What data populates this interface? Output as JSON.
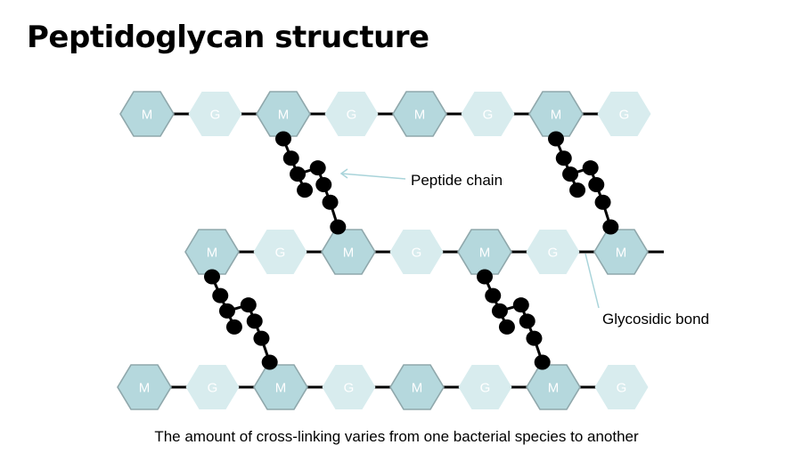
{
  "title": "Peptidoglycan structure",
  "caption": "The amount of cross-linking varies from one bacterial species to another",
  "colors": {
    "m_fill": "#b5d8dd",
    "m_stroke": "#8fa7ab",
    "g_fill": "#d8ecee",
    "bond": "#000000",
    "bead": "#000000",
    "callout_line": "#a9d4da"
  },
  "labels": {
    "M": "M",
    "G": "G"
  },
  "strands": [
    {
      "name": "strand-top",
      "units": [
        "M",
        "G",
        "M",
        "G",
        "M",
        "G",
        "M",
        "G"
      ]
    },
    {
      "name": "strand-middle",
      "units": [
        "M",
        "G",
        "M",
        "G",
        "M",
        "G",
        "M"
      ]
    },
    {
      "name": "strand-bottom",
      "units": [
        "M",
        "G",
        "M",
        "G",
        "M",
        "G",
        "M",
        "G"
      ]
    }
  ],
  "callouts": {
    "peptide_chain": "Peptide chain",
    "glycosidic_bond": "Glycosidic bond"
  }
}
